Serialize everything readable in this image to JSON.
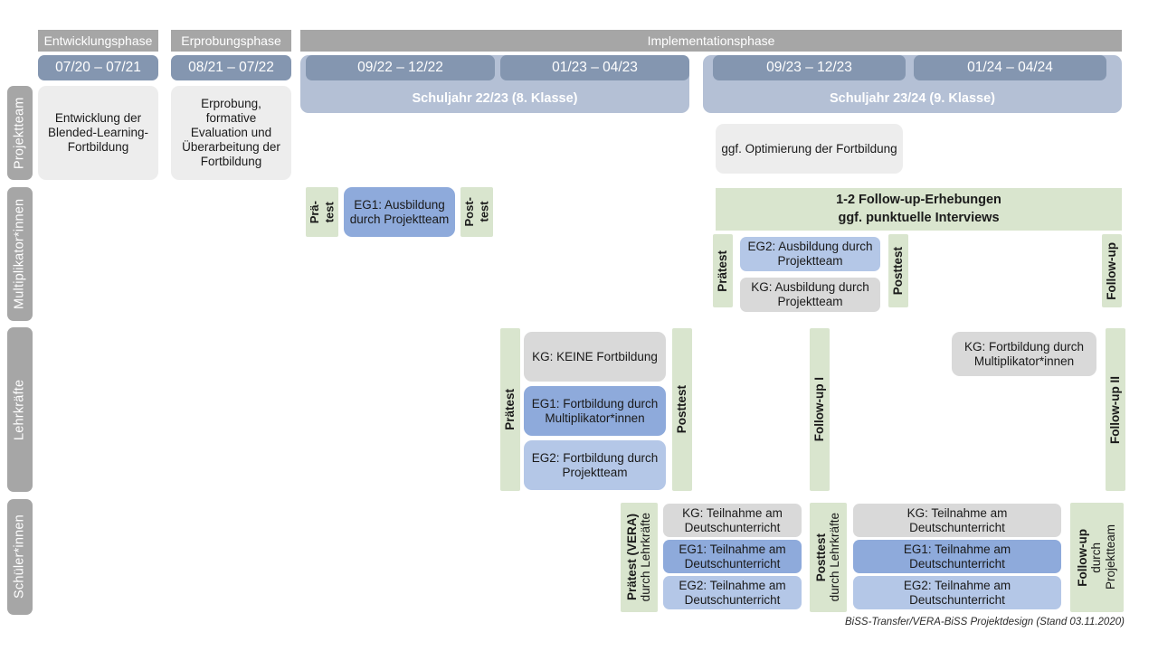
{
  "diagram": {
    "footer": "BiSS-Transfer/VERA-BiSS Projektdesign (Stand 03.11.2020)",
    "colors": {
      "lane_label": "#A6A6A6",
      "phase_bar": "#A6A6A6",
      "period_chip": "#8496B0",
      "school_year_band": "#B4C0D5",
      "card_neutral": "#EDEDED",
      "card_kg": "#D9D9D9",
      "card_eg1": "#8EAADB",
      "card_eg2": "#B4C7E7",
      "test_strip_green": "#D9E5CE"
    }
  },
  "lanes": [
    {
      "label": "Projektteam"
    },
    {
      "label": "Multiplikator*innen"
    },
    {
      "label": "Lehrkräfte"
    },
    {
      "label": "Schüler*innen"
    }
  ],
  "phases": [
    {
      "label": "Entwicklungsphase"
    },
    {
      "label": "Erprobungsphase"
    },
    {
      "label": "Implementationsphase"
    }
  ],
  "periods": [
    {
      "label": "07/20 – 07/21"
    },
    {
      "label": "08/21 – 07/22"
    },
    {
      "label": "09/22 – 12/22"
    },
    {
      "label": "01/23 – 04/23"
    },
    {
      "label": "09/23 – 12/23"
    },
    {
      "label": "01/24 – 04/24"
    }
  ],
  "school_years": [
    {
      "label": "Schuljahr 22/23 (8. Klasse)"
    },
    {
      "label": "Schuljahr 23/24 (9. Klasse)"
    }
  ],
  "projektteam": {
    "card1": "Entwicklung der Blended-Learning-Fortbildung",
    "card2": "Erprobung, formative Evaluation und Überarbeitung der Fortbildung",
    "card3": "ggf. Optimierung der Fortbildung"
  },
  "multiplikatoren": {
    "pretest_line1": "Prä-",
    "pretest_line2": "test",
    "posttest_line1": "Post-",
    "posttest_line2": "test",
    "eg1_card": "EG1: Ausbildung durch Projektteam",
    "followup_banner_line1": "1-2 Follow-up-Erhebungen",
    "followup_banner_line2": "ggf. punktuelle Interviews",
    "pretest2": "Prätest",
    "posttest2": "Posttest",
    "followup": "Follow-up",
    "eg2_card": "EG2: Ausbildung durch Projektteam",
    "kg_card": "KG: Ausbildung durch Projektteam"
  },
  "lehrkraefte": {
    "pretest": "Prätest",
    "posttest": "Posttest",
    "followup1": "Follow-up I",
    "followup2": "Follow-up II",
    "kg_card": "KG:  KEINE Fortbildung",
    "eg1_card": "EG1: Fortbildung durch Multiplikator*innen",
    "eg2_card": "EG2: Fortbildung durch Projektteam",
    "kg_card2": "KG: Fortbildung durch Multiplikator*innen"
  },
  "schueler": {
    "pretest_bold": "Prätest (VERA)",
    "pretest_sub": "durch Lehrkräfte",
    "posttest_bold": "Posttest",
    "posttest_sub": "durch Lehrkräfte",
    "followup_bold": "Follow-up",
    "followup_sub1": "durch",
    "followup_sub2": "Projektteam",
    "left_kg": "KG: Teilnahme am Deutschunterricht",
    "left_eg1": "EG1: Teilnahme am Deutschunterricht",
    "left_eg2": "EG2: Teilnahme am Deutschunterricht",
    "right_kg": "KG: Teilnahme am Deutschunterricht",
    "right_eg1": "EG1: Teilnahme am Deutschunterricht",
    "right_eg2": "EG2: Teilnahme am Deutschunterricht"
  }
}
